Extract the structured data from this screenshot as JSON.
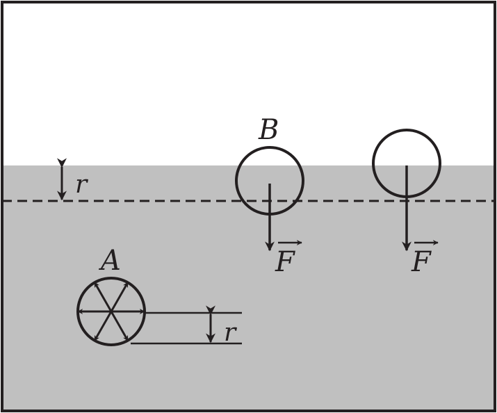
{
  "labels": {
    "sphere_a": "A",
    "sphere_b": "B",
    "radius_top": "r",
    "radius_bottom": "r",
    "force_b": "F",
    "force_right": "F"
  },
  "colors": {
    "liquid": "#c0c0c0",
    "air": "#ffffff",
    "ink": "#231f20"
  }
}
